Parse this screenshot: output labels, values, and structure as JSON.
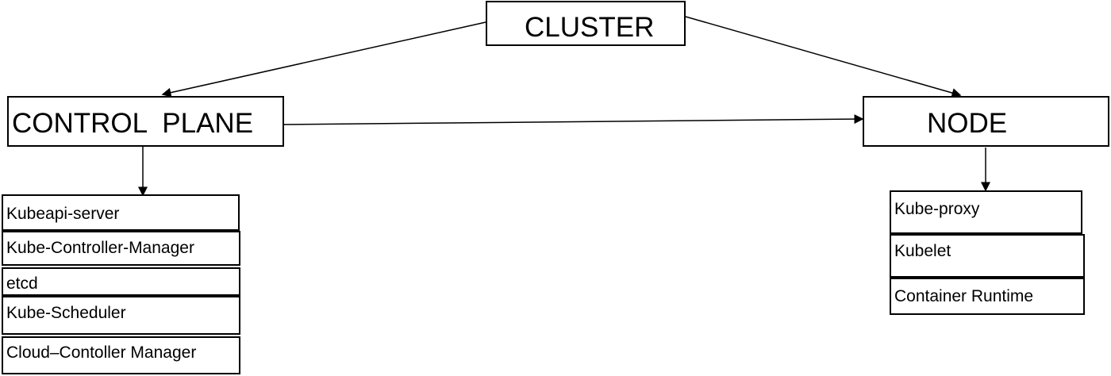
{
  "diagram": {
    "cluster": {
      "label": "CLUSTER"
    },
    "control_plane": {
      "label": "CONTROL  PLANE",
      "components": [
        "Kubeapi-server",
        "Kube-Controller-Manager",
        "etcd",
        "Kube-Scheduler",
        "Cloud–Contoller Manager"
      ]
    },
    "node": {
      "label": "NODE",
      "components": [
        "Kube-proxy",
        "Kubelet",
        "Container Runtime"
      ]
    }
  }
}
